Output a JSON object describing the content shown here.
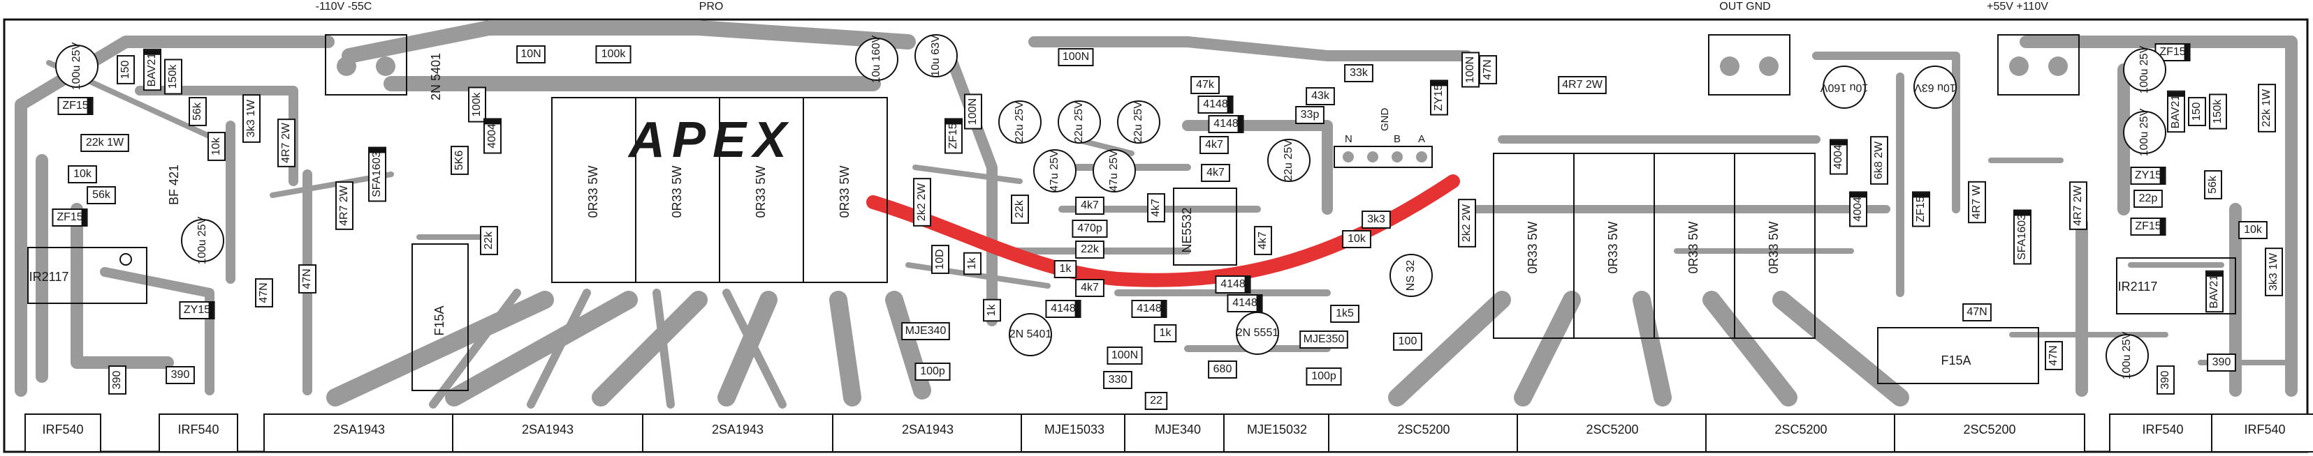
{
  "board": {
    "brand": "APEX",
    "colors": {
      "trace": "#9a9a9a",
      "outline": "#111111",
      "highlight": "#e53333",
      "background": "#ffffff"
    }
  },
  "top_labels": [
    {
      "id": "neg-rail",
      "text": "-110V  -55C"
    },
    {
      "id": "pro",
      "text": "PRO"
    },
    {
      "id": "out-gnd",
      "text": "OUT GND"
    },
    {
      "id": "pos-rail",
      "text": "+55V  +110V"
    }
  ],
  "input_header_pins": [
    "N",
    "GND",
    "B",
    "A"
  ],
  "components": [
    {
      "id": "cap-100u-25v-tl",
      "text": "100u 25V"
    },
    {
      "id": "r-150-tl",
      "text": "150"
    },
    {
      "id": "d-bav21-tl",
      "text": "BAV21"
    },
    {
      "id": "r-150k-tl",
      "text": "150k"
    },
    {
      "id": "zd-zf15-tl",
      "text": "ZF15"
    },
    {
      "id": "r-22k-1w-l",
      "text": "22k 1W"
    },
    {
      "id": "r-56k-l1",
      "text": "56k"
    },
    {
      "id": "r-3k3-1w-l",
      "text": "3k3 1W"
    },
    {
      "id": "r-10k-l1",
      "text": "10k"
    },
    {
      "id": "r-4r7-2w-l1",
      "text": "4R7 2W"
    },
    {
      "id": "r-4r7-2w-l2",
      "text": "4R7 2W"
    },
    {
      "id": "d-sfa1603-l",
      "text": "SFA1603"
    },
    {
      "id": "r-10k-l2",
      "text": "10k"
    },
    {
      "id": "r-56k-l2",
      "text": "56k"
    },
    {
      "id": "zd-zf15-l2",
      "text": "ZF15"
    },
    {
      "id": "q-bf421-l",
      "text": "BF 421"
    },
    {
      "id": "cap-100u-25v-l2",
      "text": "100u 25V"
    },
    {
      "id": "ic-ir2117-l",
      "text": "IR2117"
    },
    {
      "id": "zd-zy15-l",
      "text": "ZY15"
    },
    {
      "id": "c-47n-l1",
      "text": "47N"
    },
    {
      "id": "c-47n-l2",
      "text": "47N"
    },
    {
      "id": "r-390-l1",
      "text": "390"
    },
    {
      "id": "r-390-l2",
      "text": "390"
    },
    {
      "id": "q-2n5401-l",
      "text": "2N 5401"
    },
    {
      "id": "r-100k-l",
      "text": "100k"
    },
    {
      "id": "d-4004-l",
      "text": "4004"
    },
    {
      "id": "r-5k6-l",
      "text": "5K6"
    },
    {
      "id": "c-10n-top",
      "text": "10N"
    },
    {
      "id": "r-100k-top",
      "text": "100k"
    },
    {
      "id": "r-22k-mid",
      "text": "22k"
    },
    {
      "id": "fuse-f15a-l",
      "text": "F15A"
    },
    {
      "id": "r-0r33-5w-1",
      "text": "0R33 5W"
    },
    {
      "id": "r-0r33-5w-2",
      "text": "0R33 5W"
    },
    {
      "id": "r-0r33-5w-3",
      "text": "0R33 5W"
    },
    {
      "id": "r-0r33-5w-4",
      "text": "0R33 5W"
    },
    {
      "id": "cap-10u-160v",
      "text": "10u 160V"
    },
    {
      "id": "cap-10u-63v",
      "text": "10u 63V"
    },
    {
      "id": "c-100n-1",
      "text": "100N"
    },
    {
      "id": "c-100n-2",
      "text": "100N"
    },
    {
      "id": "zd-zf15-m",
      "text": "ZF15"
    },
    {
      "id": "cap-22u-25v-1",
      "text": "22u 25V"
    },
    {
      "id": "cap-22u-25v-2",
      "text": "22u 25V"
    },
    {
      "id": "cap-22u-25v-3",
      "text": "22u 25V"
    },
    {
      "id": "cap-47u-25v-1",
      "text": "47u 25V"
    },
    {
      "id": "cap-47u-25v-2",
      "text": "47u 25V"
    },
    {
      "id": "r-47k",
      "text": "47k"
    },
    {
      "id": "d-4148-1",
      "text": "4148"
    },
    {
      "id": "d-4148-2",
      "text": "4148"
    },
    {
      "id": "r-4k7-1",
      "text": "4k7"
    },
    {
      "id": "r-4k7-2",
      "text": "4k7"
    },
    {
      "id": "r-4k7-3",
      "text": "4k7"
    },
    {
      "id": "r-4k7-4",
      "text": "4k7"
    },
    {
      "id": "r-4k7-5",
      "text": "4k7"
    },
    {
      "id": "r-4k7-6",
      "text": "4k7"
    },
    {
      "id": "r-22k-m2",
      "text": "22k"
    },
    {
      "id": "r-2k2-2w-l",
      "text": "2k2 2W"
    },
    {
      "id": "c-470p",
      "text": "470p"
    },
    {
      "id": "r-22k-m3",
      "text": "22k"
    },
    {
      "id": "r-33k",
      "text": "33k"
    },
    {
      "id": "r-43k",
      "text": "43k"
    },
    {
      "id": "c-33p",
      "text": "33p"
    },
    {
      "id": "ic-ne5532",
      "text": "NE5532"
    },
    {
      "id": "cap-22u-25v-4",
      "text": "22u 25V"
    },
    {
      "id": "r-3k3",
      "text": "3k3"
    },
    {
      "id": "r-10k-m",
      "text": "10k"
    },
    {
      "id": "d-ns32",
      "text": "NS 32"
    },
    {
      "id": "r-1k-1",
      "text": "1k"
    },
    {
      "id": "r-1k-2",
      "text": "1k"
    },
    {
      "id": "r-1k-3",
      "text": "1k"
    },
    {
      "id": "r-1k5",
      "text": "1k5"
    },
    {
      "id": "r-1k-4",
      "text": "1k"
    },
    {
      "id": "r-10d",
      "text": "10D"
    },
    {
      "id": "d-4148-3",
      "text": "4148"
    },
    {
      "id": "d-4148-4",
      "text": "4148"
    },
    {
      "id": "d-4148-5",
      "text": "4148"
    },
    {
      "id": "d-4148-6",
      "text": "4148"
    },
    {
      "id": "q-mje340-1",
      "text": "MJE340"
    },
    {
      "id": "q-2n5401-m",
      "text": "2N 5401"
    },
    {
      "id": "q-2n5551",
      "text": "2N 5551"
    },
    {
      "id": "q-mje350",
      "text": "MJE350"
    },
    {
      "id": "c-100p-1",
      "text": "100p"
    },
    {
      "id": "c-100n-3",
      "text": "100N"
    },
    {
      "id": "r-330",
      "text": "330"
    },
    {
      "id": "r-680",
      "text": "680"
    },
    {
      "id": "r-22",
      "text": "22"
    },
    {
      "id": "r-100",
      "text": "100"
    },
    {
      "id": "c-100p-2",
      "text": "100p"
    },
    {
      "id": "r-2k2-2w-r",
      "text": "2k2 2W"
    },
    {
      "id": "r-4r7-2w-top",
      "text": "4R7 2W"
    },
    {
      "id": "c-100n-r",
      "text": "100N"
    },
    {
      "id": "c-47n-r1",
      "text": "47N"
    },
    {
      "id": "zd-zy15-r1",
      "text": "ZY15"
    },
    {
      "id": "r-0r33-5w-5",
      "text": "0R33 5W"
    },
    {
      "id": "r-0r33-5w-6",
      "text": "0R33 5W"
    },
    {
      "id": "r-0r33-5w-7",
      "text": "0R33 5W"
    },
    {
      "id": "r-0r33-5w-8",
      "text": "0R33 5W"
    },
    {
      "id": "cap-10u-160v-r",
      "text": "10u 160V"
    },
    {
      "id": "cap-10u-63v-r",
      "text": "10u 63V"
    },
    {
      "id": "d-4004-r1",
      "text": "4004"
    },
    {
      "id": "d-4004-r2",
      "text": "4004"
    },
    {
      "id": "r-6k8-2w",
      "text": "6k8 2W"
    },
    {
      "id": "zd-zf15-r2",
      "text": "ZF15"
    },
    {
      "id": "r-4r7-w-r1",
      "text": "4R7 W"
    },
    {
      "id": "d-sfa1603-r",
      "text": "SFA1603"
    },
    {
      "id": "r-4r7-2w-r2",
      "text": "4R7 2W"
    },
    {
      "id": "zd-zf15-tr",
      "text": "ZF15"
    },
    {
      "id": "cap-100u-25v-tr",
      "text": "100u 25V"
    },
    {
      "id": "d-bav21-tr",
      "text": "BAV21"
    },
    {
      "id": "r-150-tr",
      "text": "150"
    },
    {
      "id": "r-150k-tr",
      "text": "150k"
    },
    {
      "id": "r-22k-1w-r",
      "text": "22k 1W"
    },
    {
      "id": "cap-100u-25v-tr2",
      "text": "100u 25V"
    },
    {
      "id": "zd-zy15-r2",
      "text": "ZY15"
    },
    {
      "id": "c-22p",
      "text": "22p"
    },
    {
      "id": "r-56k-r",
      "text": "56k"
    },
    {
      "id": "zd-zf15-r3",
      "text": "ZF15"
    },
    {
      "id": "r-10k-r",
      "text": "10k"
    },
    {
      "id": "ic-ir2117-r",
      "text": "IR2117"
    },
    {
      "id": "d-bav21-r2",
      "text": "BAV21"
    },
    {
      "id": "r-3k3-1w-r",
      "text": "3k3 1W"
    },
    {
      "id": "c-47n-r2",
      "text": "47N"
    },
    {
      "id": "c-47n-r3",
      "text": "47N"
    },
    {
      "id": "fuse-f15a-r",
      "text": "F15A"
    },
    {
      "id": "cap-100u-25v-br",
      "text": "100u 25V"
    },
    {
      "id": "r-390-r1",
      "text": "390"
    },
    {
      "id": "r-390-r2",
      "text": "390"
    }
  ],
  "transistors": [
    {
      "id": "q1",
      "text": "IRF540"
    },
    {
      "id": "q2",
      "text": "IRF540"
    },
    {
      "id": "q3",
      "text": "2SA1943"
    },
    {
      "id": "q4",
      "text": "2SA1943"
    },
    {
      "id": "q5",
      "text": "2SA1943"
    },
    {
      "id": "q6",
      "text": "2SA1943"
    },
    {
      "id": "q7",
      "text": "MJE15033"
    },
    {
      "id": "q8",
      "text": "MJE340"
    },
    {
      "id": "q9",
      "text": "MJE15032"
    },
    {
      "id": "q10",
      "text": "2SC5200"
    },
    {
      "id": "q11",
      "text": "2SC5200"
    },
    {
      "id": "q12",
      "text": "2SC5200"
    },
    {
      "id": "q13",
      "text": "2SC5200"
    },
    {
      "id": "q14",
      "text": "IRF540"
    },
    {
      "id": "q15",
      "text": "IRF540"
    }
  ]
}
